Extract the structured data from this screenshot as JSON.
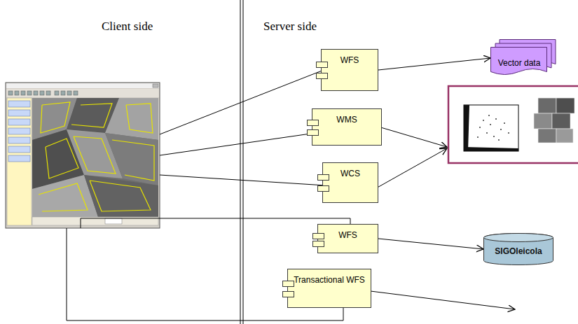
{
  "diagram": {
    "nodes": [
      {
        "text": [
          "WFS"
        ]
      },
      {
        "text": [
          "Vector data"
        ]
      },
      {
        "text": [
          "WMS"
        ]
      },
      {
        "text": [
          "WCS"
        ]
      },
      {
        "text": [
          "WFS"
        ]
      },
      {
        "text": [
          "SIGOleicola"
        ]
      },
      {
        "text": [
          "Transactional WFS"
        ]
      }
    ],
    "edges": [
      {
        "from": 0,
        "to": 1,
        "arrow": "to"
      },
      {
        "from": 4,
        "to": 5,
        "arrow": "to"
      }
    ],
    "labels": [
      "Client side",
      "Server side"
    ]
  }
}
